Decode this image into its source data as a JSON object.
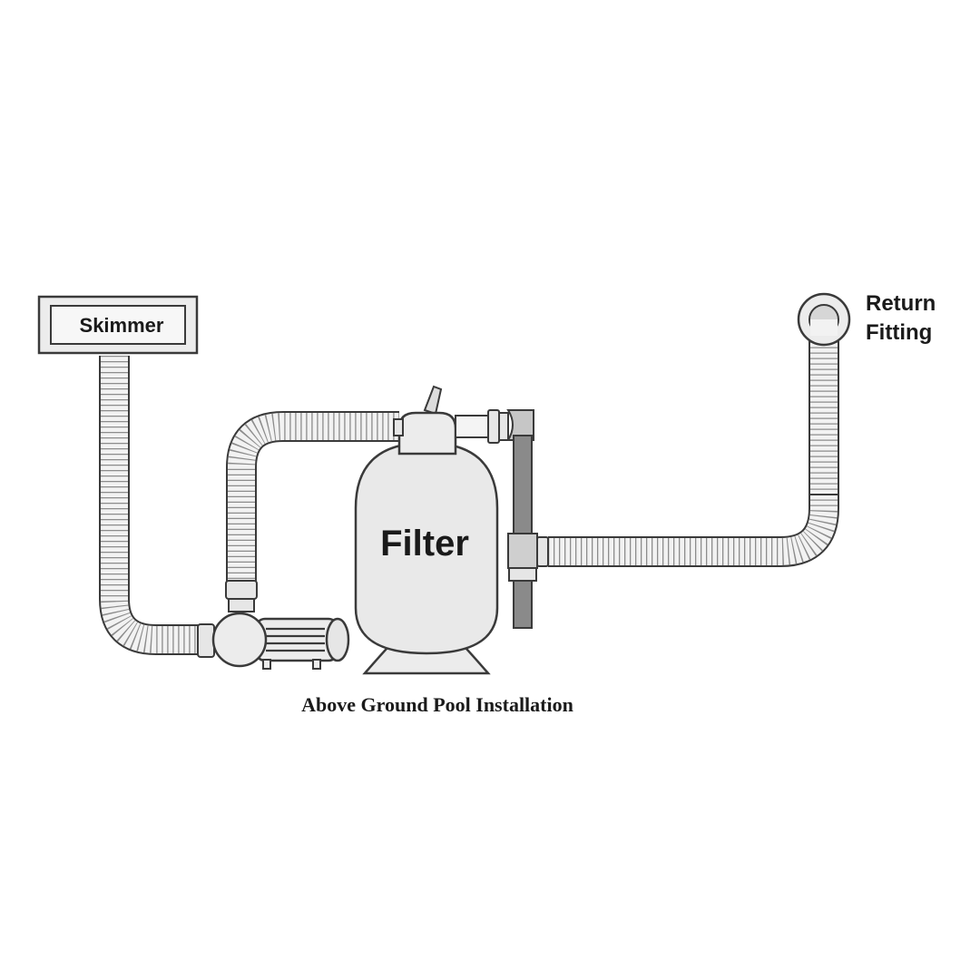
{
  "labels": {
    "skimmer": "Skimmer",
    "filter": "Filter",
    "return_line1": "Return",
    "return_line2": "Fitting",
    "caption": "Above Ground Pool Installation"
  },
  "colors": {
    "outline": "#3a3a3a",
    "hose_fill": "#f2f2f2",
    "body_fill": "#e9e9e9",
    "dark_pipe": "#8a8a8a",
    "text": "#1a1a1a"
  },
  "icons": {
    "skimmer": "skimmer-box-icon",
    "pump": "pool-pump-icon",
    "filter": "sand-filter-tank-icon",
    "valve": "multiport-valve-icon",
    "return": "return-fitting-icon"
  }
}
